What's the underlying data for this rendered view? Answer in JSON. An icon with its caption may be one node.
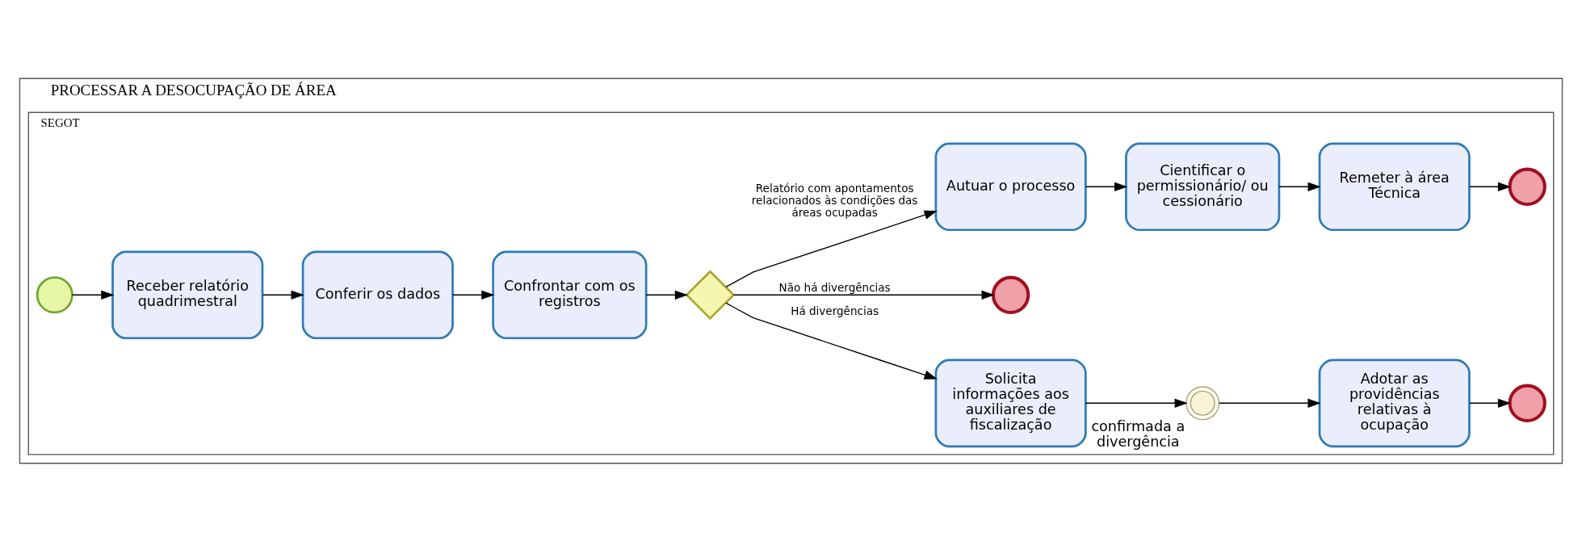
{
  "diagram": {
    "nodes": [
      {
        "text": [
          "PROCESSAR A DESOCUPAÇÃO DE ÁREA"
        ]
      },
      {
        "text": [
          "SEGOT"
        ],
        "in": 0
      },
      {
        "text": [],
        "shape": "circle",
        "in": 1
      },
      {
        "text": [
          "Receber relatório quadrimestral"
        ],
        "in": 1
      },
      {
        "text": [
          "Conferir os dados"
        ],
        "in": 1
      },
      {
        "text": [
          "Confrontar com os registros"
        ],
        "in": 1
      },
      {
        "text": [],
        "shape": "diamond",
        "in": 1
      },
      {
        "text": [
          "Solicita informações aos auxiliares de fiscalização"
        ],
        "in": 1
      },
      {
        "text": [],
        "shape": "circle",
        "in": 1,
        "beside": [
          "confirmada a divergência"
        ]
      },
      {
        "text": [
          "Adotar as providências relativas à ocupação"
        ],
        "in": 1
      },
      {
        "text": [],
        "shape": "circle",
        "in": 1
      },
      {
        "text": [],
        "shape": "circle",
        "in": 1
      },
      {
        "text": [
          "Autuar o processo"
        ],
        "in": 1
      },
      {
        "text": [
          "Cientificar o permissionário/ ou cessionário"
        ],
        "in": 1
      },
      {
        "text": [
          "Remeter à área Técnica"
        ],
        "in": 1
      },
      {
        "text": [],
        "shape": "circle",
        "in": 1
      }
    ],
    "edges": [
      {
        "from": 2,
        "to": 3,
        "arrow": "to"
      },
      {
        "from": 3,
        "to": 4,
        "arrow": "to"
      },
      {
        "from": 4,
        "to": 5,
        "arrow": "to"
      },
      {
        "from": 5,
        "to": 6,
        "arrow": "to"
      },
      {
        "from": 6,
        "to": 7,
        "arrow": "to",
        "label": "Há divergências"
      },
      {
        "from": 7,
        "to": 8,
        "arrow": "to"
      },
      {
        "from": 8,
        "to": 9,
        "arrow": "to"
      },
      {
        "from": 9,
        "to": 10,
        "arrow": "to"
      },
      {
        "from": 6,
        "to": 11,
        "arrow": "to",
        "label": "Não há divergências"
      },
      {
        "from": 6,
        "to": 12,
        "arrow": "to",
        "label": "Relatório com apontamentos relacionados às condições das áreas ocupadas"
      },
      {
        "from": 12,
        "to": 13,
        "arrow": "to"
      },
      {
        "from": 13,
        "to": 14,
        "arrow": "to"
      },
      {
        "from": 14,
        "to": 15,
        "arrow": "to"
      }
    ]
  }
}
